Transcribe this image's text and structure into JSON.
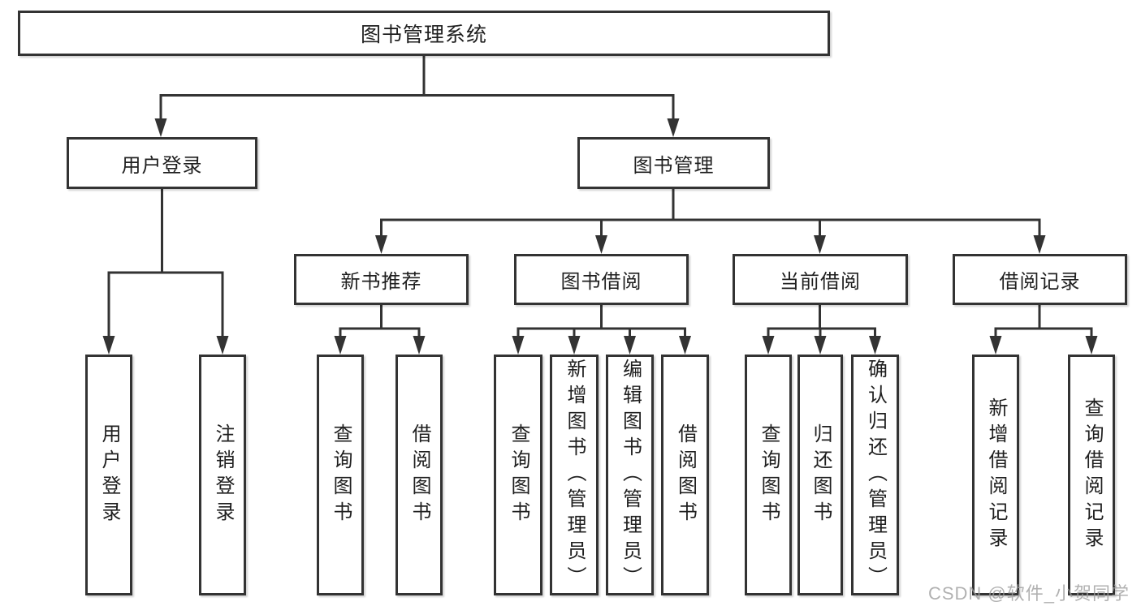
{
  "tree": {
    "label": "图书管理系统",
    "children": [
      {
        "label": "用户登录",
        "children": [
          {
            "label": "用户登录"
          },
          {
            "label": "注销登录"
          }
        ]
      },
      {
        "label": "图书管理",
        "children": [
          {
            "label": "新书推荐",
            "children": [
              {
                "label": "查询图书"
              },
              {
                "label": "借阅图书"
              }
            ]
          },
          {
            "label": "图书借阅",
            "children": [
              {
                "label": "查询图书"
              },
              {
                "label": "新增图书（管理员）"
              },
              {
                "label": "编辑图书（管理员）"
              },
              {
                "label": "借阅图书"
              }
            ]
          },
          {
            "label": "当前借阅",
            "children": [
              {
                "label": "查询图书"
              },
              {
                "label": "归还图书"
              },
              {
                "label": "确认归还（管理员）"
              }
            ]
          },
          {
            "label": "借阅记录",
            "children": [
              {
                "label": "新增借阅记录"
              },
              {
                "label": "查询借阅记录"
              }
            ]
          }
        ]
      }
    ]
  },
  "watermark": {
    "text": "CSDN @软件_小贺同学"
  },
  "colors": {
    "line": "#333333",
    "box_border": "#333333",
    "text": "#1f1f1f",
    "watermark": "#9e9e9e",
    "background": "#ffffff"
  }
}
